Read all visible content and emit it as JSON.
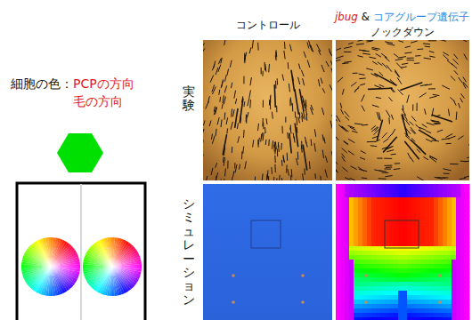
{
  "diagram": {
    "labels": [
      "細胞の色：",
      "PCPの方向",
      "毛の方向",
      "コントロール",
      "jbug",
      "&",
      "コアグループ遺伝子",
      "ノックダウン",
      "実験",
      "シミュレーション"
    ]
  }
}
